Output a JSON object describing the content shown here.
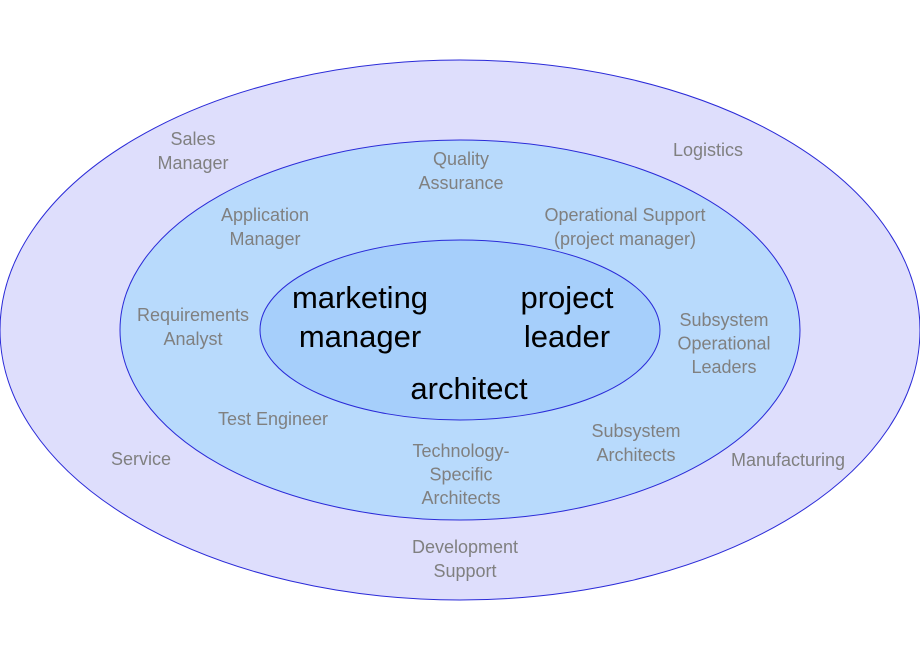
{
  "colors": {
    "outer_fill": "#dedefc",
    "middle_fill": "#b8dafc",
    "inner_fill": "#a6cffb",
    "ellipse_stroke": "#2a2ad8",
    "label_gray": "#808080",
    "label_black": "#000000"
  },
  "rings": {
    "outer": {
      "labels": [
        {
          "id": "sales-manager",
          "lines": [
            "Sales",
            "Manager"
          ]
        },
        {
          "id": "logistics",
          "lines": [
            "Logistics"
          ]
        },
        {
          "id": "service",
          "lines": [
            "Service"
          ]
        },
        {
          "id": "manufacturing",
          "lines": [
            "Manufacturing"
          ]
        },
        {
          "id": "development-support",
          "lines": [
            "Development",
            "Support"
          ]
        }
      ]
    },
    "middle": {
      "labels": [
        {
          "id": "quality-assurance",
          "lines": [
            "Quality",
            "Assurance"
          ]
        },
        {
          "id": "application-manager",
          "lines": [
            "Application",
            "Manager"
          ]
        },
        {
          "id": "operational-support",
          "lines": [
            "Operational Support",
            "(project manager)"
          ]
        },
        {
          "id": "requirements-analyst",
          "lines": [
            "Requirements",
            "Analyst"
          ]
        },
        {
          "id": "subsystem-operational-leaders",
          "lines": [
            "Subsystem",
            "Operational",
            "Leaders"
          ]
        },
        {
          "id": "test-engineer",
          "lines": [
            "Test Engineer"
          ]
        },
        {
          "id": "subsystem-architects",
          "lines": [
            "Subsystem",
            "Architects"
          ]
        },
        {
          "id": "technology-specific-architects",
          "lines": [
            "Technology-",
            "Specific",
            "Architects"
          ]
        }
      ]
    },
    "core": {
      "labels": [
        {
          "id": "marketing-manager",
          "lines": [
            "marketing",
            "manager"
          ]
        },
        {
          "id": "project-leader",
          "lines": [
            "project",
            "leader"
          ]
        },
        {
          "id": "architect",
          "lines": [
            "architect"
          ]
        }
      ]
    }
  }
}
